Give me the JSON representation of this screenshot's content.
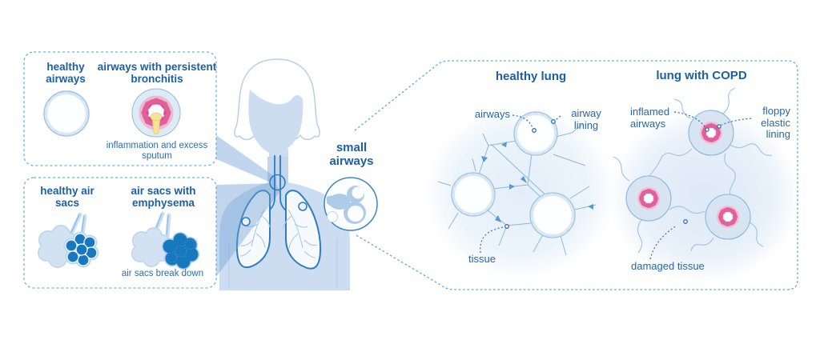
{
  "colors": {
    "text_blue": "#1c5fa6",
    "outline_blue": "#2e7cc1",
    "body_blue": "#cdddf1",
    "berry_blue": "#1878be",
    "inflamed_pink": "#e0609c",
    "sputum_yellow": "#f5e49a",
    "dash_blue": "#6fb0d9"
  },
  "panels": {
    "airways": {
      "healthy_title": "healthy airways",
      "diseased_title": "airways with persistent bronchitis",
      "caption": "inflammation and excess sputum"
    },
    "air_sacs": {
      "healthy_title": "healthy air sacs",
      "diseased_title": "air sacs with emphysema",
      "caption": "air sacs break down"
    },
    "lungs": {
      "healthy_title": "healthy lung",
      "copd_title": "lung with COPD",
      "healthy_labels": {
        "airways": "airways",
        "airway_lining": "airway lining",
        "tissue": "tissue"
      },
      "copd_labels": {
        "inflamed_airways": "inflamed airways",
        "floppy_elastic_lining": "floppy elastic lining",
        "damaged_tissue": "damaged tissue"
      }
    }
  },
  "center_figure": {
    "callout_label": "small airways"
  }
}
